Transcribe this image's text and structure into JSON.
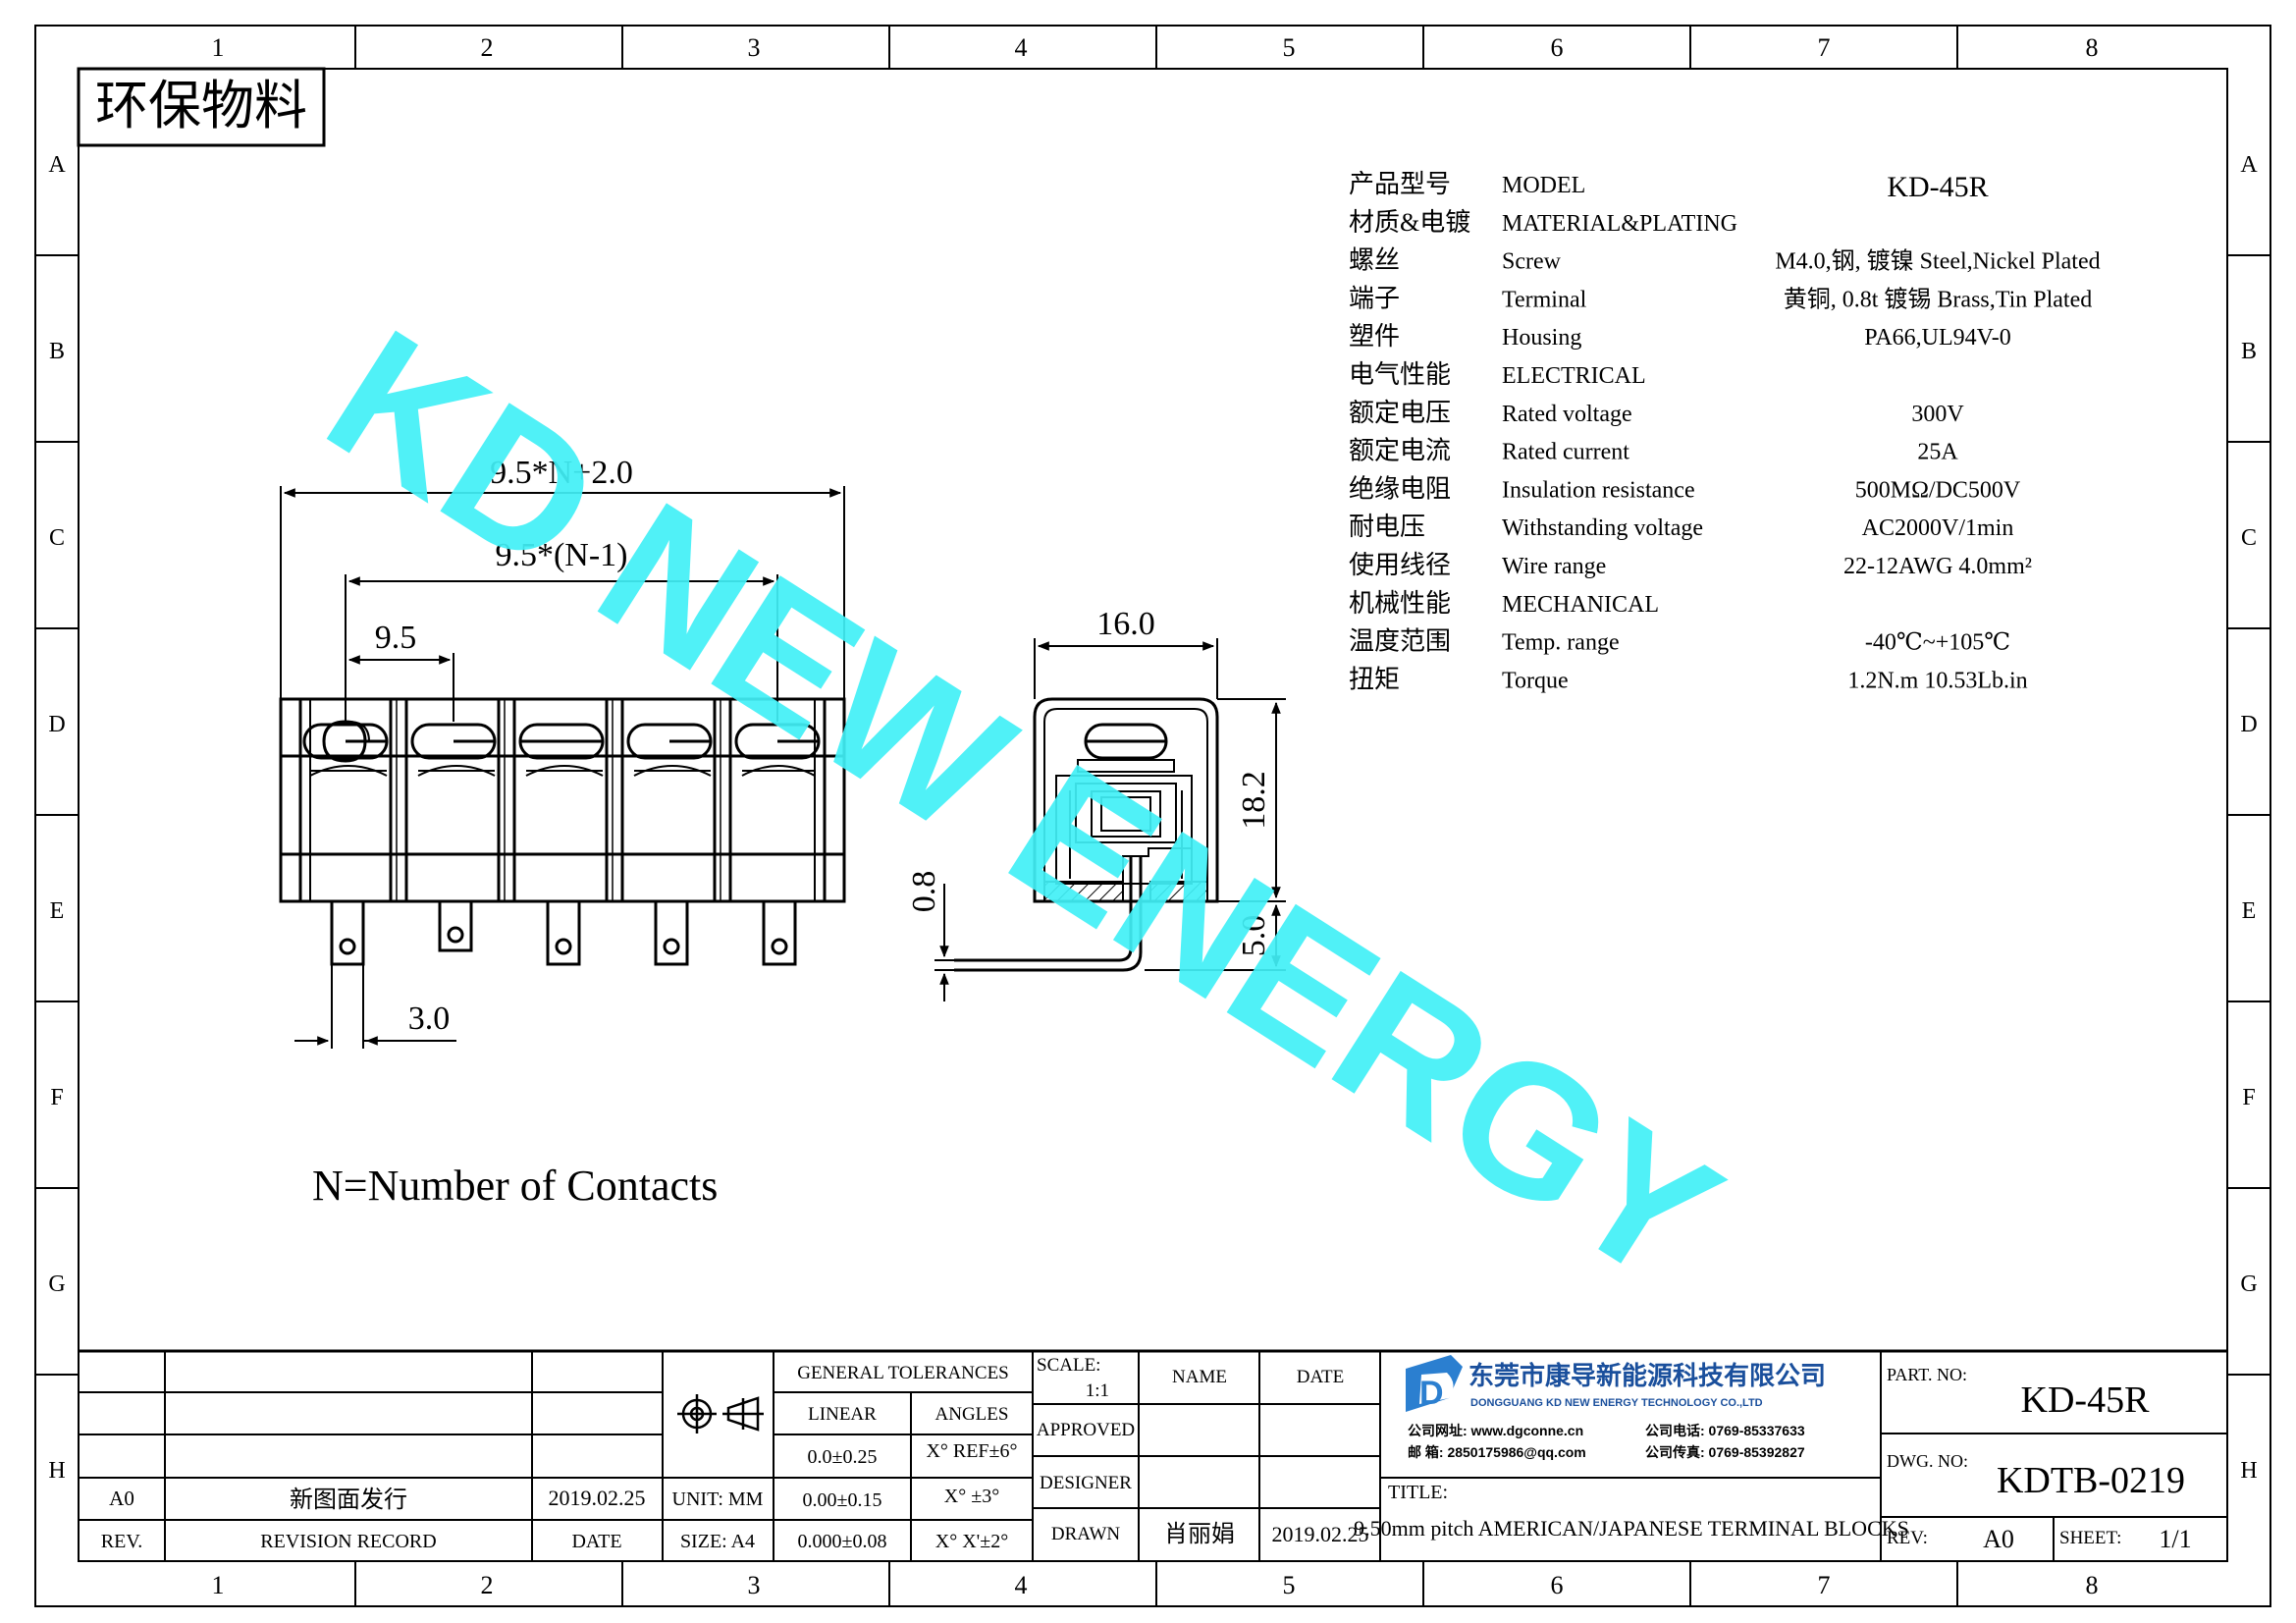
{
  "badge": "环保物料",
  "border": {
    "columns": [
      "1",
      "2",
      "3",
      "4",
      "5",
      "6",
      "7",
      "8"
    ],
    "rows": [
      "A",
      "B",
      "C",
      "D",
      "E",
      "F",
      "G",
      "H"
    ]
  },
  "watermark": "KD NEW ENERGY",
  "specs": [
    {
      "cn": "产品型号",
      "en": "MODEL",
      "value": "KD-45R"
    },
    {
      "cn": "材质&电镀",
      "en": "MATERIAL&PLATING",
      "value": ""
    },
    {
      "cn": "螺丝",
      "en": "Screw",
      "value": "M4.0,钢, 镀镍 Steel,Nickel Plated"
    },
    {
      "cn": "端子",
      "en": "Terminal",
      "value": "黄铜, 0.8t 镀锡 Brass,Tin Plated"
    },
    {
      "cn": "塑件",
      "en": "Housing",
      "value": "PA66,UL94V-0"
    },
    {
      "cn": "电气性能",
      "en": "ELECTRICAL",
      "value": ""
    },
    {
      "cn": "额定电压",
      "en": "Rated voltage",
      "value": "300V"
    },
    {
      "cn": "额定电流",
      "en": "Rated current",
      "value": "25A"
    },
    {
      "cn": "绝缘电阻",
      "en": "Insulation resistance",
      "value": "500MΩ/DC500V"
    },
    {
      "cn": "耐电压",
      "en": "Withstanding voltage",
      "value": "AC2000V/1min"
    },
    {
      "cn": "使用线径",
      "en": "Wire range",
      "value": "22-12AWG 4.0mm²"
    },
    {
      "cn": "机械性能",
      "en": "MECHANICAL",
      "value": ""
    },
    {
      "cn": "温度范围",
      "en": "Temp. range",
      "value": "-40℃~+105℃"
    },
    {
      "cn": "扭矩",
      "en": "Torque",
      "value": "1.2N.m  10.53Lb.in"
    }
  ],
  "dimensions": {
    "overall": "9.5*N+2.0",
    "span": "9.5*(N-1)",
    "pitch": "9.5",
    "pin": "3.0",
    "depth": "16.0",
    "height": "18.2",
    "pin_length": "5.0",
    "thickness": "0.8"
  },
  "note": "N=Number of Contacts",
  "title_block": {
    "revisions": {
      "rev_value": "A0",
      "record_value": "新图面发行",
      "date_value": "2019.02.25",
      "rev_label": "REV.",
      "record_label": "REVISION RECORD",
      "date_label": "DATE"
    },
    "unit": "UNIT: MM",
    "size": "SIZE: A4",
    "tolerances": {
      "header": "GENERAL TOLERANCES",
      "linear_label": "LINEAR",
      "angles_label": "ANGLES",
      "linear": [
        "0.0±0.25",
        "0.00±0.15",
        "0.000±0.08"
      ],
      "angles": [
        "X° REF±6°",
        "X° ±3°",
        "X° X'±2°"
      ]
    },
    "scale_label": "SCALE:",
    "scale_value": "1:1",
    "approved": "APPROVED",
    "designer": "DESIGNER",
    "drawn": "DRAWN",
    "name_label": "NAME",
    "date_label": "DATE",
    "drawn_name": "肖丽娟",
    "drawn_date": "2019.02.25",
    "company": {
      "name_cn": "东莞市康导新能源科技有限公司",
      "name_en": "DONGGUANG KD NEW ENERGY TECHNOLOGY CO.,LTD",
      "web": "公司网址: www.dgconne.cn",
      "phone": "公司电话: 0769-85337633",
      "email": "邮    箱: 2850175986@qq.com",
      "fax": "公司传真: 0769-85392827",
      "logo_letter": "D"
    },
    "title_label": "TITLE:",
    "title_value": "9.50mm pitch AMERICAN/JAPANESE TERMINAL BLOCKS",
    "part_no_label": "PART. NO:",
    "part_no": "KD-45R",
    "dwg_no_label": "DWG. NO:",
    "dwg_no": "KDTB-0219",
    "rev_label": "REV:",
    "rev": "A0",
    "sheet_label": "SHEET:",
    "sheet": "1/1"
  }
}
